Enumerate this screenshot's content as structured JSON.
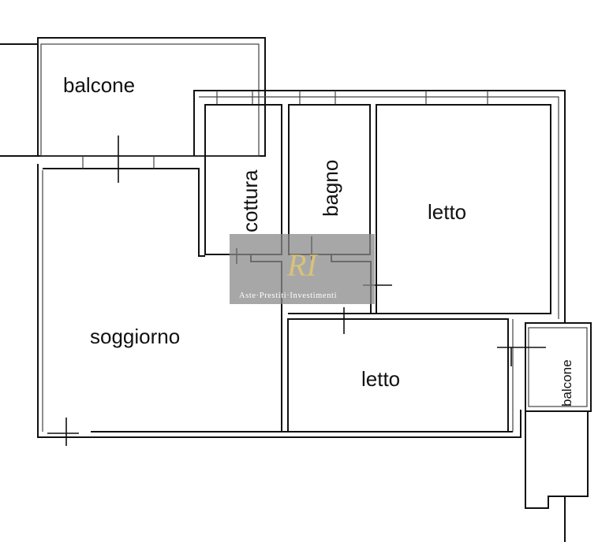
{
  "rooms": {
    "balcone_top": "balcone",
    "cottura": "cottura",
    "bagno": "bagno",
    "letto_top": "letto",
    "soggiorno": "soggiorno",
    "letto_bottom": "letto",
    "balcone_side": "balcone"
  },
  "watermark": {
    "logo": "RI",
    "text": "Aste·Prestiti·Investimenti"
  },
  "colors": {
    "wall": "#111111",
    "watermark_box": "#8a8a8a",
    "watermark_logo": "#d8c27a"
  }
}
